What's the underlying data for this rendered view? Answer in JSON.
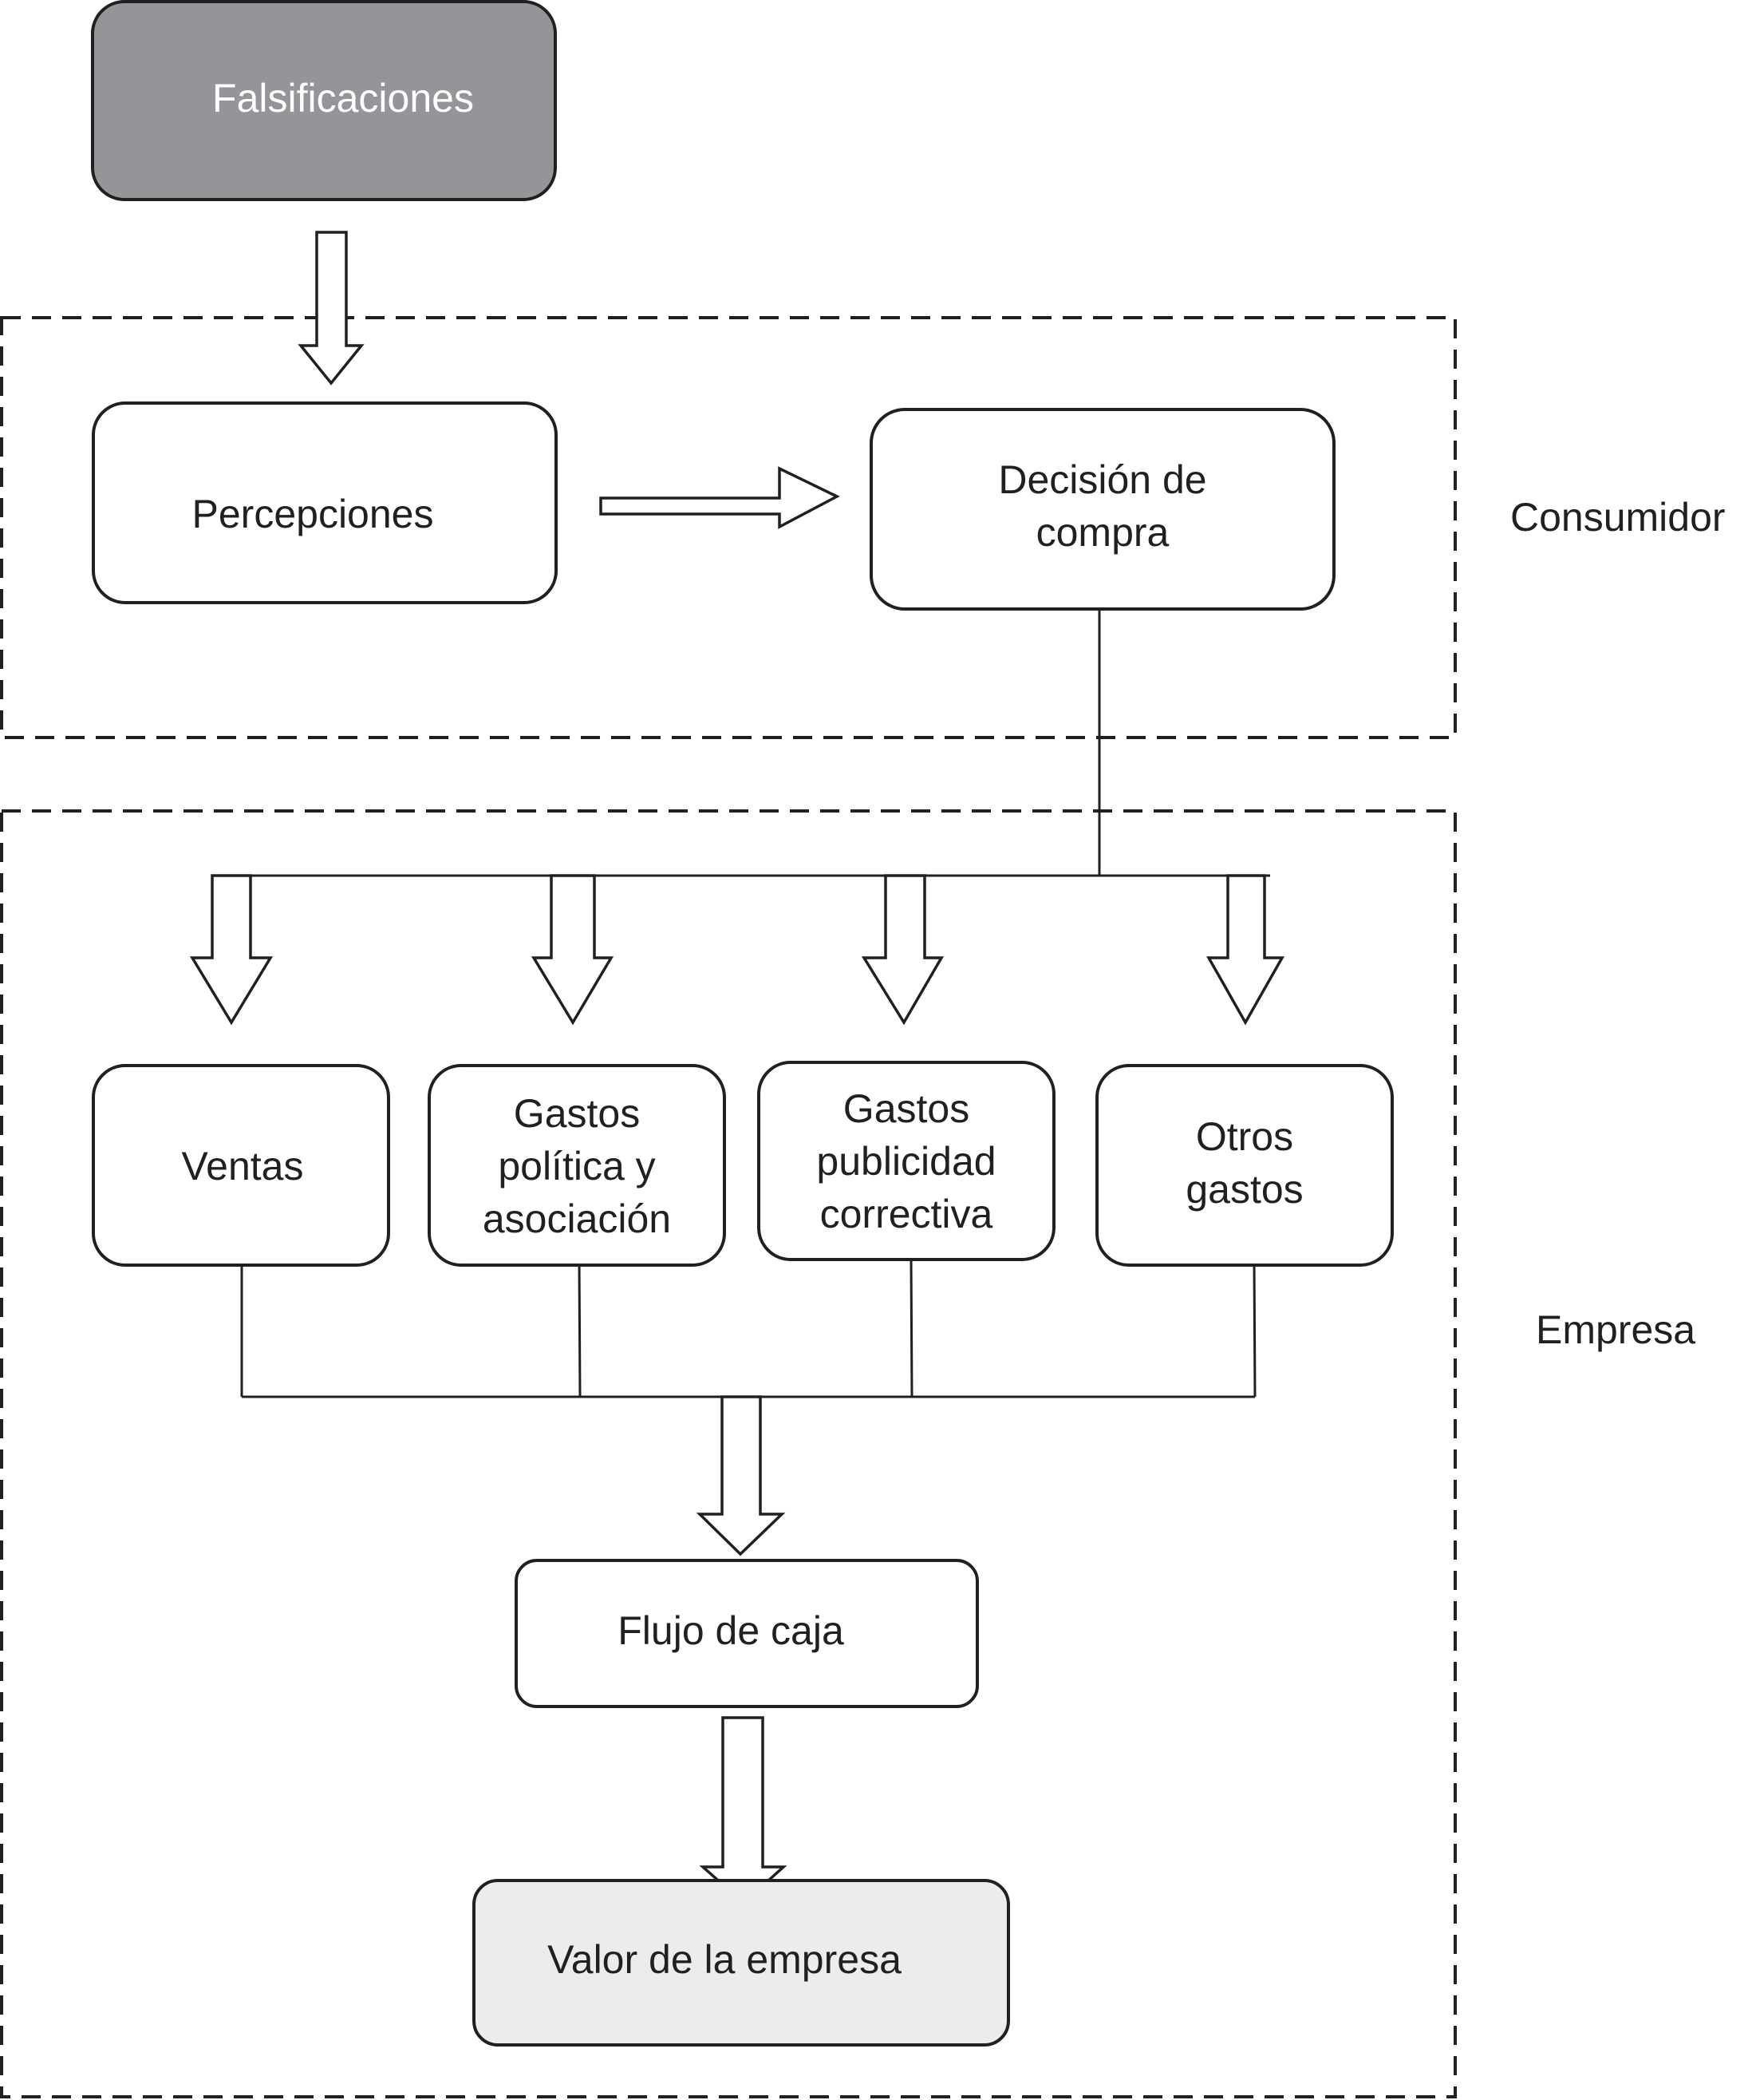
{
  "diagram": {
    "regions": [
      {
        "id": "consumidor",
        "label": "Consumidor"
      },
      {
        "id": "empresa",
        "label": "Empresa"
      }
    ],
    "nodes": {
      "falsificaciones": {
        "lines": [
          "Falsificaciones"
        ],
        "fill": "#939598",
        "text_color": "#ffffff"
      },
      "percepciones": {
        "lines": [
          "Percepciones"
        ],
        "fill": "#ffffff"
      },
      "decision": {
        "lines": [
          "Decisión de",
          "compra"
        ],
        "fill": "#ffffff"
      },
      "ventas": {
        "lines": [
          "Ventas"
        ],
        "fill": "#ffffff"
      },
      "gastos_politica": {
        "lines": [
          "Gastos",
          "política y",
          "asociación"
        ],
        "fill": "#ffffff"
      },
      "gastos_publicidad": {
        "lines": [
          "Gastos",
          "publicidad",
          "correctiva"
        ],
        "fill": "#ffffff"
      },
      "otros_gastos": {
        "lines": [
          "Otros",
          "gastos"
        ],
        "fill": "#ffffff"
      },
      "flujo_caja": {
        "lines": [
          "Flujo de caja"
        ],
        "fill": "#ffffff"
      },
      "valor_empresa": {
        "lines": [
          "Valor de la empresa"
        ],
        "fill": "#ececed"
      }
    },
    "edges": [
      {
        "from": "falsificaciones",
        "to": "percepciones",
        "style": "block-arrow"
      },
      {
        "from": "percepciones",
        "to": "decision",
        "style": "block-arrow"
      },
      {
        "from": "decision",
        "to": "ventas",
        "style": "branch-block-arrow"
      },
      {
        "from": "decision",
        "to": "gastos_politica",
        "style": "branch-block-arrow"
      },
      {
        "from": "decision",
        "to": "gastos_publicidad",
        "style": "branch-block-arrow"
      },
      {
        "from": "decision",
        "to": "otros_gastos",
        "style": "branch-block-arrow"
      },
      {
        "from": "ventas",
        "to": "flujo_caja",
        "style": "merge-block-arrow"
      },
      {
        "from": "gastos_politica",
        "to": "flujo_caja",
        "style": "merge-block-arrow"
      },
      {
        "from": "gastos_publicidad",
        "to": "flujo_caja",
        "style": "merge-block-arrow"
      },
      {
        "from": "otros_gastos",
        "to": "flujo_caja",
        "style": "merge-block-arrow"
      },
      {
        "from": "flujo_caja",
        "to": "valor_empresa",
        "style": "block-arrow"
      }
    ]
  }
}
